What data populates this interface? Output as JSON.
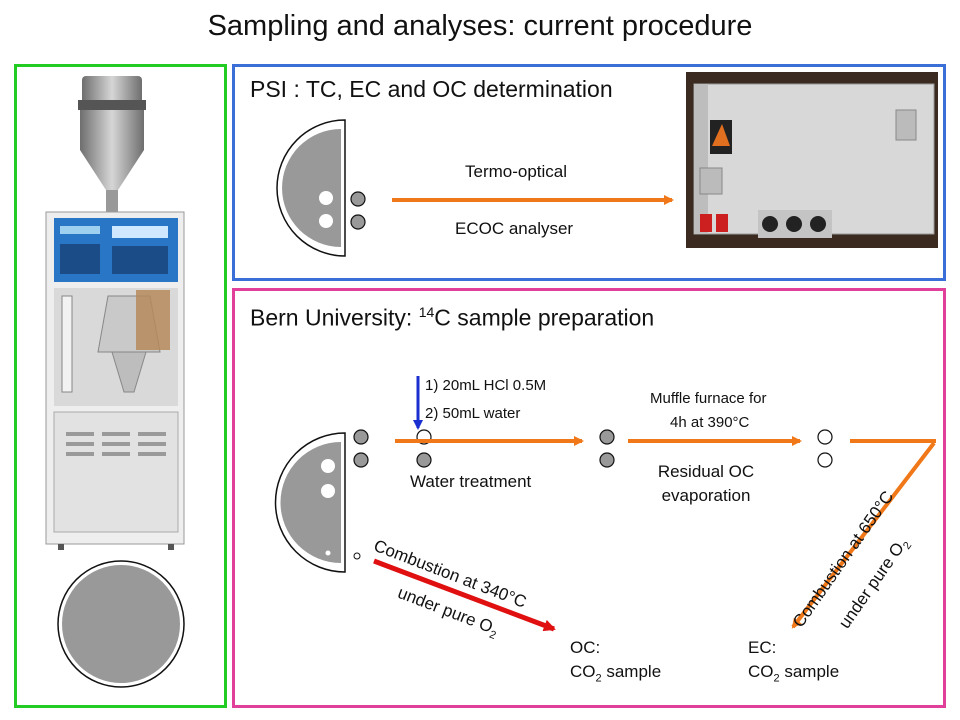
{
  "title": "Sampling and analyses: current procedure",
  "psi": {
    "heading": "PSI : TC, EC and OC determination",
    "arrow_top": "Termo-optical",
    "arrow_bottom": "ECOC analyser"
  },
  "bern": {
    "heading_pre": "Bern University: ",
    "heading_sup": "14",
    "heading_post": "C sample preparation",
    "step1": "1) 20mL HCl 0.5M",
    "step2": "2) 50mL water",
    "water_treatment": "Water treatment",
    "muffle_line1": "Muffle furnace for",
    "muffle_line2": "4h at 390°C",
    "residual_line1": "Residual OC",
    "residual_line2": "evaporation",
    "comb340_line1": "Combustion at 340°C",
    "comb340_line2_pre": "under pure O",
    "comb340_line2_sub": "2",
    "comb650_line1": "Combustion at 650°C",
    "comb650_line2_pre": "under pure O",
    "comb650_line2_sub": "2",
    "oc_line1": "OC:",
    "oc_line2_pre": "CO",
    "oc_line2_sub": "2",
    "oc_line2_post": " sample",
    "ec_line1": "EC:",
    "ec_line2_pre": "CO",
    "ec_line2_sub": "2",
    "ec_line2_post": " sample"
  },
  "colors": {
    "title": "#e0101a",
    "green_frame": "#22cc22",
    "blue_frame": "#3a6fd8",
    "pink_frame": "#e0409a",
    "orange_arrow": "#f07818",
    "red_arrow": "#e01010",
    "blue_arrow": "#1a2fd0",
    "filter_gray": "#999999"
  },
  "icons": [
    "sampler-photo",
    "filter-disk",
    "ecoc-analyser-photo",
    "half-filter",
    "filter-punch-dot"
  ]
}
